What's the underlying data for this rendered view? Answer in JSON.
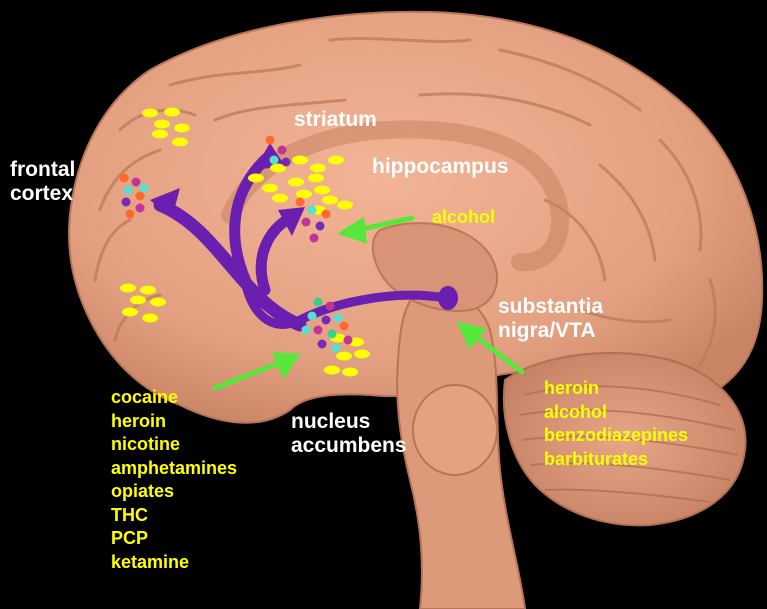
{
  "colors": {
    "background": "#000000",
    "brain": "#e8a585",
    "pathway": "#6a1fb0",
    "indicator_arrow": "#55e83a",
    "drug_text": "#ffff00",
    "region_text": "#ffffff",
    "receptor_yellow": "#ffff00"
  },
  "regions": {
    "frontal_cortex": {
      "line1": "frontal",
      "line2": "cortex"
    },
    "striatum": "striatum",
    "hippocampus": "hippocampus",
    "substantia_nigra": {
      "line1": "substantia",
      "line2": "nigra/VTA"
    },
    "nucleus_accumbens": {
      "line1": "nucleus",
      "line2": "accumbens"
    }
  },
  "drugs": {
    "striatum": "alcohol",
    "nucleus_accumbens": [
      "cocaine",
      "heroin",
      "nicotine",
      "amphetamines",
      "opiates",
      "THC",
      "PCP",
      "ketamine"
    ],
    "substantia_nigra": [
      "heroin",
      "alcohol",
      "benzodiazepines",
      "barbiturates"
    ]
  }
}
